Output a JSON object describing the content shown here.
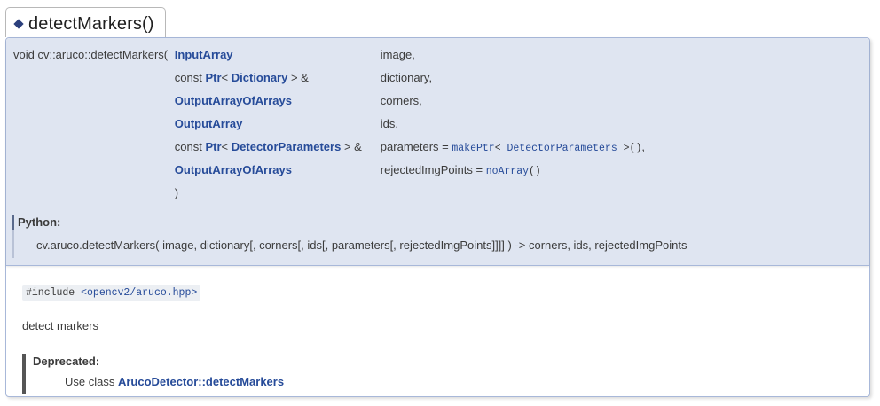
{
  "tab": {
    "bullet_icon": "diamond-icon",
    "title": "detectMarkers()"
  },
  "prototype": {
    "return_and_name": "void cv::aruco::detectMarkers",
    "open_paren": "(",
    "close_paren": ")",
    "parameters": [
      {
        "type_prefix": "",
        "type_link": "InputArray",
        "type_suffix": "",
        "name": "image,",
        "default_eq": "",
        "default": ""
      },
      {
        "type_prefix": "const ",
        "type_link": "Ptr",
        "type_mid": "< ",
        "type_link2": "Dictionary",
        "type_suffix": " > &",
        "name": "dictionary,",
        "default_eq": "",
        "default": ""
      },
      {
        "type_prefix": "",
        "type_link": "OutputArrayOfArrays",
        "type_suffix": "",
        "name": "corners,",
        "default_eq": "",
        "default": ""
      },
      {
        "type_prefix": "",
        "type_link": "OutputArray",
        "type_suffix": "",
        "name": "ids,",
        "default_eq": "",
        "default": ""
      },
      {
        "type_prefix": "const ",
        "type_link": "Ptr",
        "type_mid": "< ",
        "type_link2": "DetectorParameters",
        "type_suffix": " > &",
        "name": "parameters",
        "default_eq": " = ",
        "default_mono_link": "makePtr",
        "default_mono_mid": "< ",
        "default_mono_link2": "DetectorParameters",
        "default_mono_suffix": " >()",
        "default_trail": ","
      },
      {
        "type_prefix": "",
        "type_link": "OutputArrayOfArrays",
        "type_suffix": "",
        "name": "rejectedImgPoints",
        "default_eq": " = ",
        "default_mono_link": "noArray",
        "default_mono_suffix": "()",
        "default_trail": ""
      }
    ]
  },
  "python": {
    "label": "Python:",
    "signature": "cv.aruco.detectMarkers( image, dictionary[, corners[, ids[, parameters[, rejectedImgPoints]]]] ) -> corners, ids, rejectedImgPoints"
  },
  "doc": {
    "include_directive": "#include ",
    "include_header": "<opencv2/aruco.hpp>",
    "description": "detect markers",
    "deprecated_title": "Deprecated:",
    "deprecated_prefix": "Use class ",
    "deprecated_link": "ArucoDetector::detectMarkers"
  },
  "colors": {
    "link": "#264b99",
    "proto_bg": "#dfe5f1",
    "proto_border": "#a8b8d9",
    "text": "#3b3b3b",
    "diamond": "#2b3f7c",
    "deprecated_bar": "#555555",
    "code_bg": "#eceff3"
  }
}
